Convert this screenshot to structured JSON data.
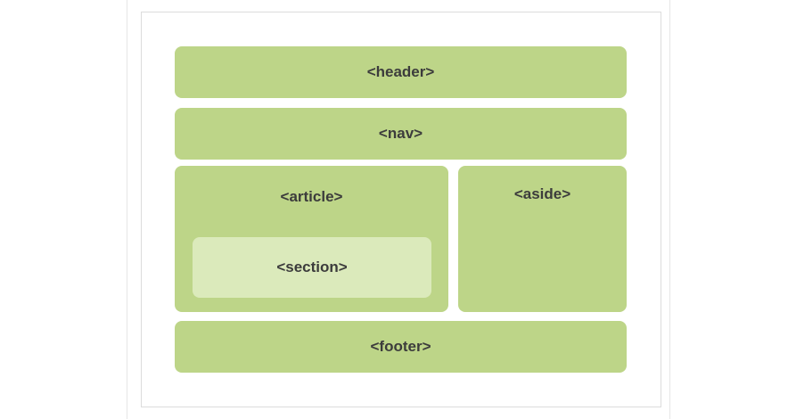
{
  "diagram": {
    "blocks": {
      "header": "<header>",
      "nav": "<nav>",
      "article": "<article>",
      "section": "<section>",
      "aside": "<aside>",
      "footer": "<footer>"
    },
    "colors": {
      "block_fill": "#bdd588",
      "section_fill": "#dbeabb",
      "label_text": "#3c3c3c",
      "frame_border": "#dcdcdc"
    }
  }
}
